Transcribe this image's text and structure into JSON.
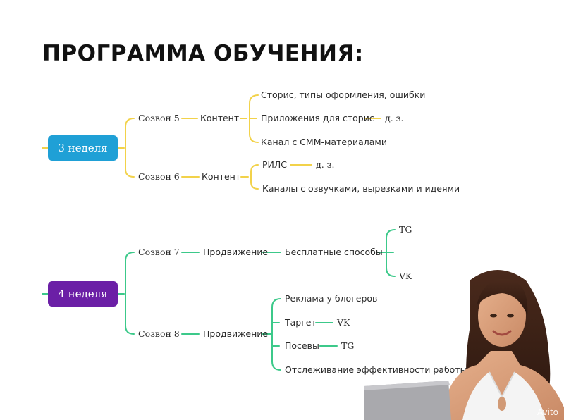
{
  "page_title": "ПРОГРАММА ОБУЧЕНИЯ:",
  "colors": {
    "week3": "#1fa0d6",
    "week4": "#6b1fa6",
    "week3_lines": "#f2d24a",
    "week4_lines": "#3cc98a"
  },
  "week3": {
    "label": "3 неделя",
    "call5": {
      "label": "Созвон 5",
      "topic": "Контент",
      "items": [
        "Сторис, типы оформления, ошибки",
        "Приложения для сторис",
        "Канал с СММ-материалами"
      ],
      "hw": "д. з."
    },
    "call6": {
      "label": "Созвон 6",
      "topic": "Контент",
      "items": [
        "РИЛС",
        "Каналы с озвучками, вырезками и идеями"
      ],
      "hw": "д. з."
    }
  },
  "week4": {
    "label": "4 неделя",
    "call7": {
      "label": "Созвон 7",
      "topic": "Продвижение",
      "sub": "Бесплатные способы",
      "leaves": [
        "TG",
        "VK"
      ]
    },
    "call8": {
      "label": "Созвон 8",
      "topic": "Продвижение",
      "items": [
        "Реклама у блогеров",
        "Таргет",
        "Посевы",
        "Отслеживание эффективности работы"
      ],
      "target_leaf": "VK",
      "posev_leaf": "TG"
    }
  },
  "watermark": "Avito"
}
